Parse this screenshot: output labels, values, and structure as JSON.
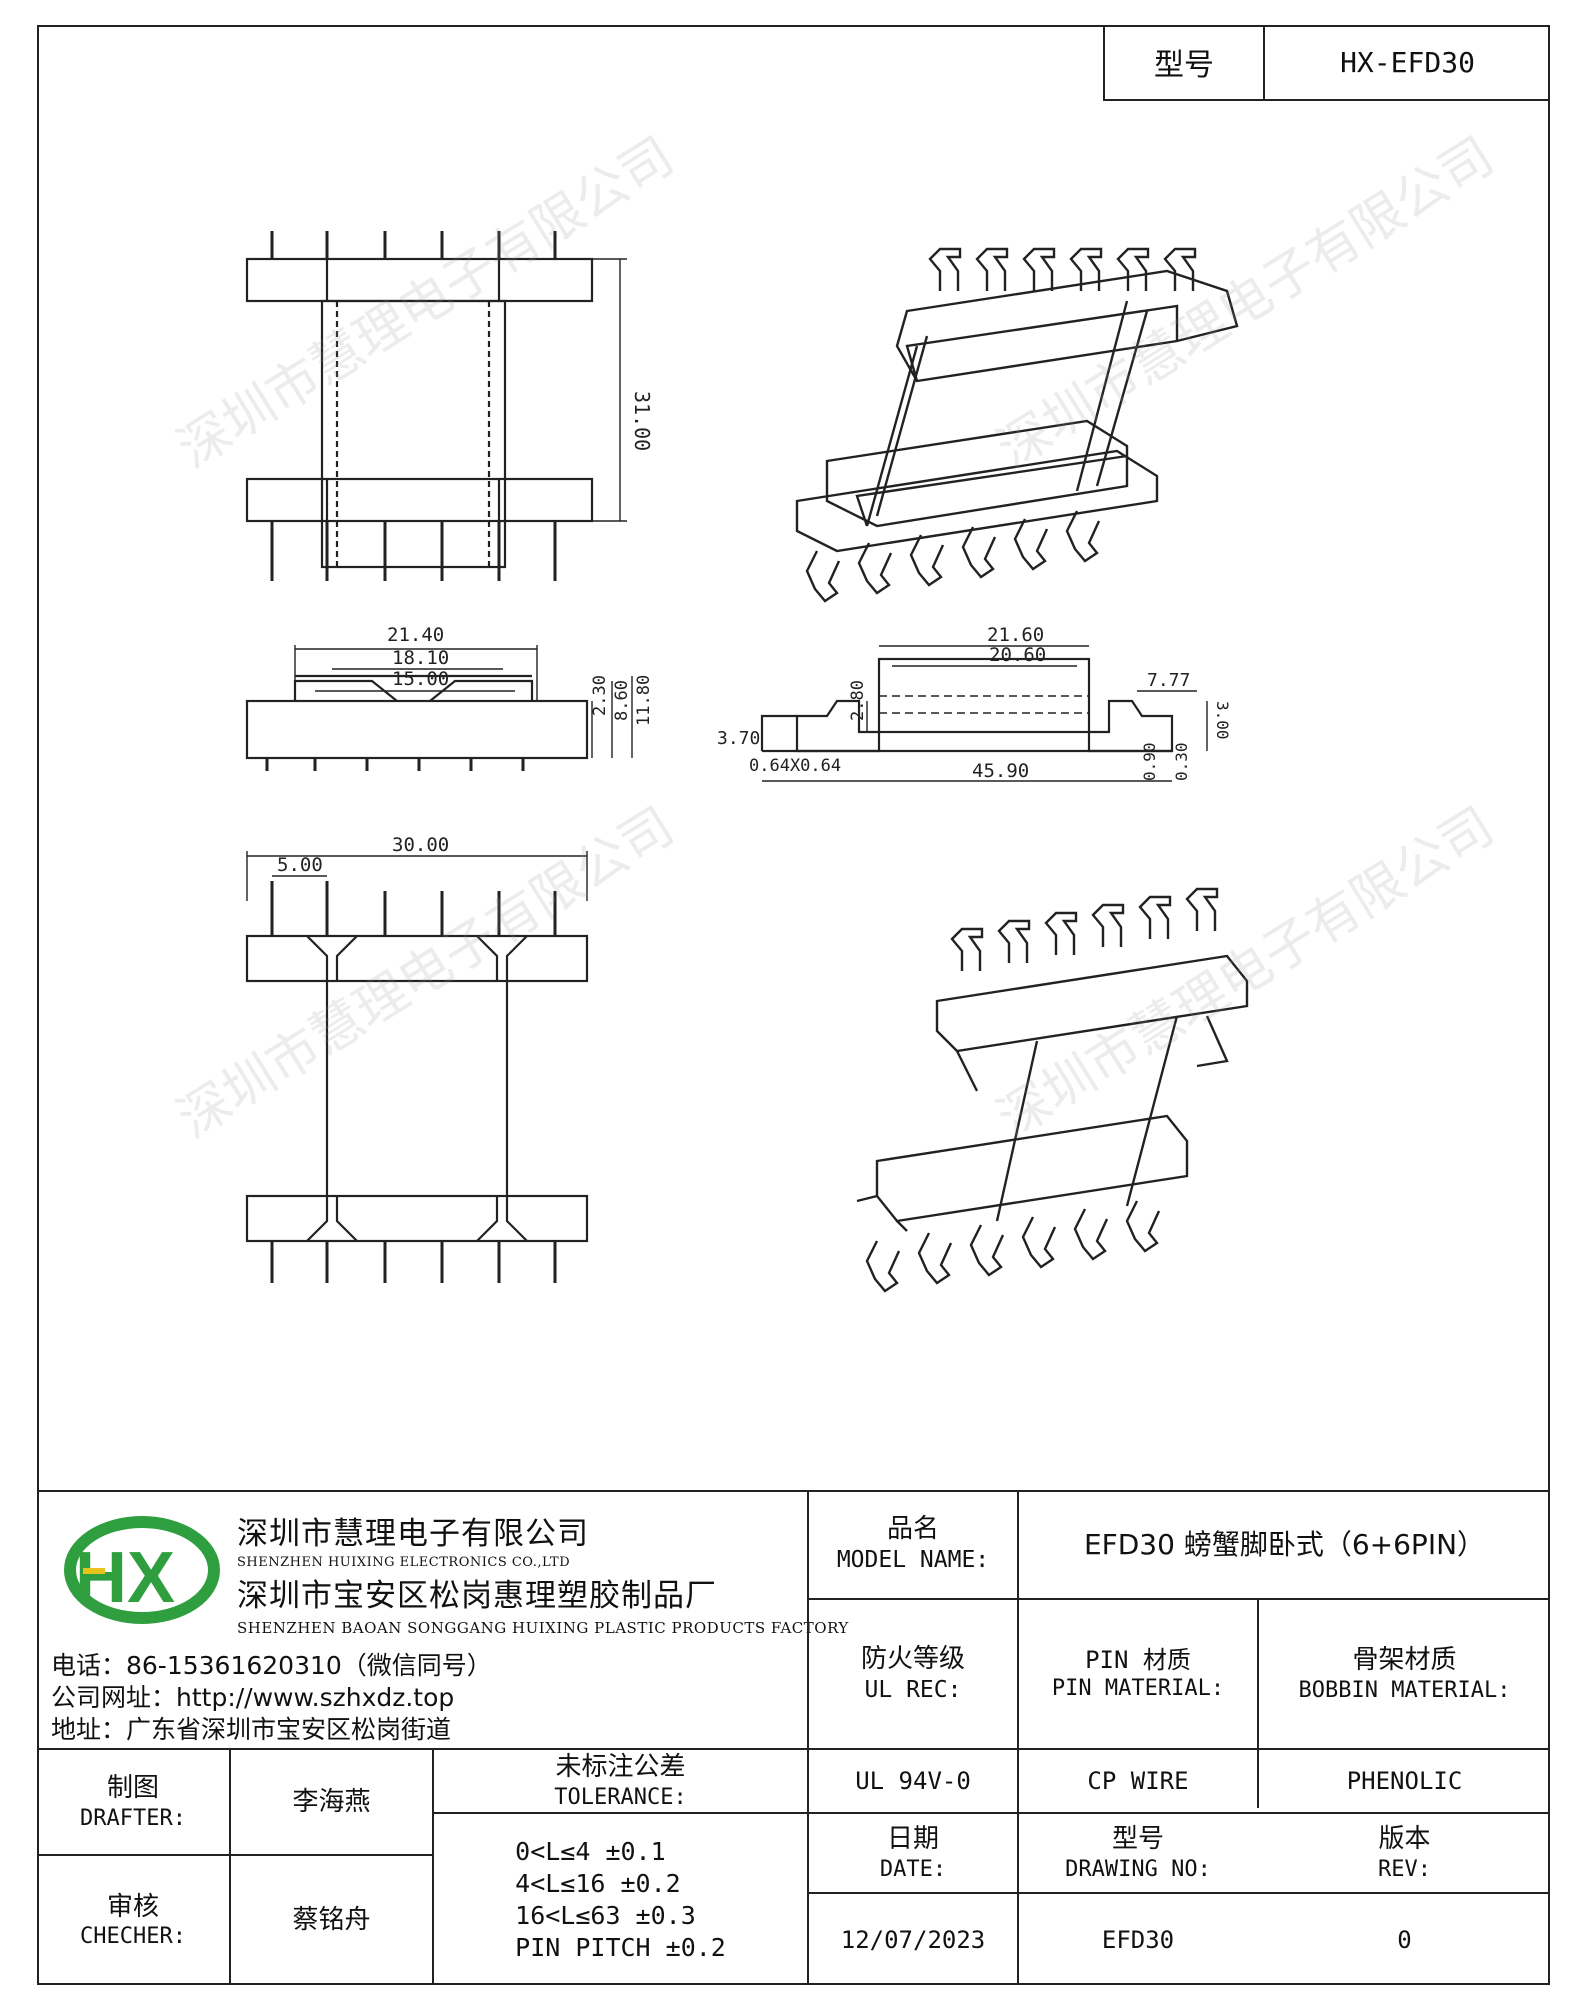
{
  "header": {
    "model_label": "型号",
    "model_value": "HX-EFD30"
  },
  "watermark_text": "深圳市慧理电子有限公司",
  "drawing": {
    "dims": {
      "top_height": "31.00",
      "front_w1": "21.40",
      "front_w2": "18.10",
      "front_w3": "15.00",
      "front_h1": "2.30",
      "front_h2": "8.60",
      "front_h3": "11.80",
      "side_w1": "21.60",
      "side_w2": "20.60",
      "side_h1": "2.80",
      "side_left": "3.70",
      "side_pin": "0.64X0.64",
      "side_total": "45.90",
      "side_right": "7.77",
      "side_r_h": "3.00",
      "side_r_v": "0.90",
      "side_angle": "0.30",
      "bottom_w": "30.00",
      "pitch": "5.00"
    }
  },
  "company": {
    "name_cn": "深圳市慧理电子有限公司",
    "name_en": "SHENZHEN HUIXING ELECTRONICS CO.,LTD",
    "factory_cn": "深圳市宝安区松岗惠理塑胶制品厂",
    "factory_en": "SHENZHEN BAOAN SONGGANG HUIXING PLASTIC PRODUCTS FACTORY",
    "phone": "电话：86-15361620310（微信同号）",
    "website": "公司网址：http://www.szhxdz.top",
    "address": "地址：广东省深圳市宝安区松岗街道",
    "logo_text": "HX",
    "logo_colors": {
      "green": "#2e9e3e",
      "yellow": "#e8c21a"
    }
  },
  "title_block": {
    "model_name_label_cn": "品名",
    "model_name_label_en": "MODEL NAME:",
    "model_name_value": "EFD30 螃蟹脚卧式（6+6PIN）",
    "fire_label_cn": "防火等级",
    "fire_label_en": "UL REC:",
    "pin_mat_label_cn": "PIN 材质",
    "pin_mat_label_en": "PIN MATERIAL:",
    "bobbin_label_cn": "骨架材质",
    "bobbin_label_en": "BOBBIN MATERIAL:",
    "fire_value": "UL 94V-0",
    "pin_value": "CP WIRE",
    "bobbin_value": "PHENOLIC",
    "drafter_cn": "制图",
    "drafter_en": "DRAFTER:",
    "drafter_name": "李海燕",
    "checker_cn": "审核",
    "checker_en": "CHECHER:",
    "checker_name": "蔡铭舟",
    "tolerance_cn": "未标注公差",
    "tolerance_en": "TOLERANCE:",
    "tolerance_lines": [
      "0<L≤4  ±0.1",
      "4<L≤16 ±0.2",
      "16<L≤63 ±0.3",
      "PIN PITCH ±0.2"
    ],
    "date_cn": "日期",
    "date_en": "DATE:",
    "drawing_no_cn": "型号",
    "drawing_no_en": "DRAWING NO:",
    "rev_cn": "版本",
    "rev_en": "REV:",
    "date_value": "12/07/2023",
    "drawing_no_value": "EFD30",
    "rev_value": "0"
  }
}
